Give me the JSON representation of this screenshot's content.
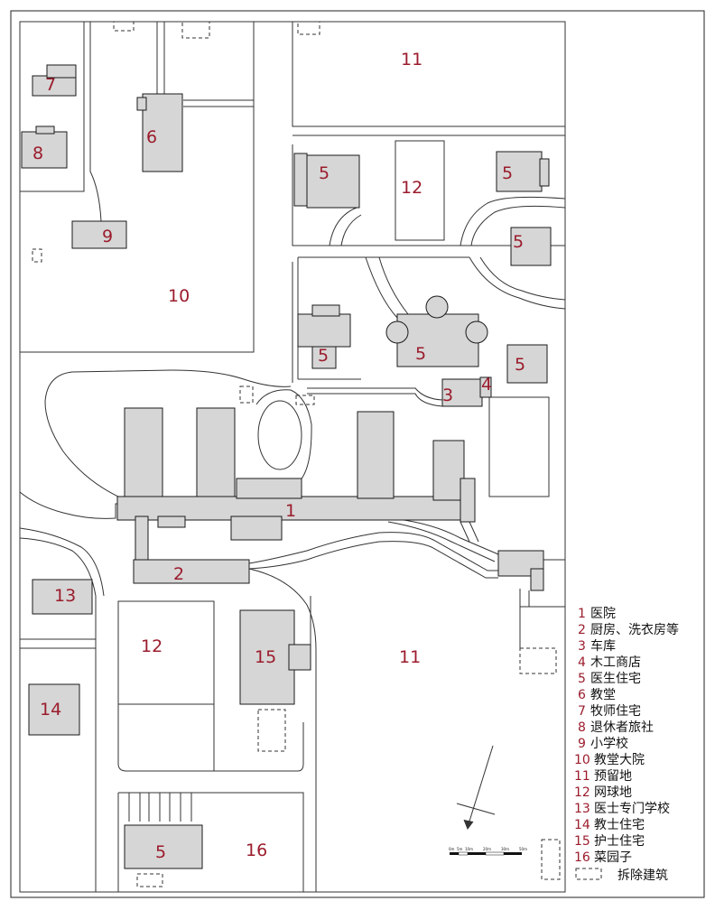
{
  "colors": {
    "building_fill": "#d6d6d6",
    "building_stroke": "#1a1a1a",
    "label_red": "#9b1c2c",
    "line": "#333333"
  },
  "map_labels": {
    "area_11_top": "11",
    "area_12_top": "12",
    "area_5_a": "5",
    "area_5_b": "5",
    "area_5_c": "5",
    "area_5_d": "5",
    "area_5_e": "5",
    "area_5_f": "5",
    "area_5_g": "5",
    "area_6": "6",
    "area_7": "7",
    "area_8": "8",
    "area_9": "9",
    "area_10": "10",
    "area_3": "3",
    "area_4": "4",
    "area_1": "1",
    "area_2": "2",
    "area_13": "13",
    "area_12_bottom": "12",
    "area_15": "15",
    "area_11_bottom": "11",
    "area_14": "14",
    "area_16": "16"
  },
  "legend": {
    "items": [
      {
        "num": "1",
        "label": "医院"
      },
      {
        "num": "2",
        "label": "厨房、洗衣房等"
      },
      {
        "num": "3",
        "label": "车库"
      },
      {
        "num": "4",
        "label": "木工商店"
      },
      {
        "num": "5",
        "label": "医生住宅"
      },
      {
        "num": "6",
        "label": "教堂"
      },
      {
        "num": "7",
        "label": "牧师住宅"
      },
      {
        "num": "8",
        "label": "退休者旅社"
      },
      {
        "num": "9",
        "label": "小学校"
      },
      {
        "num": "10",
        "label": "教堂大院"
      },
      {
        "num": "11",
        "label": "预留地"
      },
      {
        "num": "12",
        "label": "网球地"
      },
      {
        "num": "13",
        "label": "医士专门学校"
      },
      {
        "num": "14",
        "label": "教士住宅"
      },
      {
        "num": "15",
        "label": "护士住宅"
      },
      {
        "num": "16",
        "label": "菜园子"
      }
    ],
    "demolished_label": "拆除建筑"
  },
  "scale_bar": {
    "labels": [
      "0m",
      "5m",
      "10m",
      "20m",
      "30m",
      "50m"
    ]
  },
  "north_arrow": "north-arrow"
}
